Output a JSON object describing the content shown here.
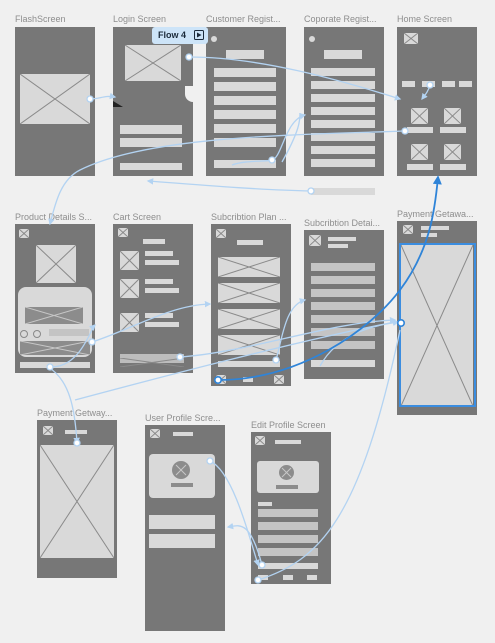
{
  "frames": {
    "flash": "FlashScreen",
    "login": "Login Screen",
    "customer": "Customer Regist...",
    "corporate": "Coporate Regist...",
    "home": "Home Screen",
    "product": "Product Details S...",
    "cart": "Cart Screen",
    "subplan": "Subcribtion Plan ...",
    "subdetail": "Subcribtion Detai...",
    "payment1": "Payment Getawa...",
    "payment2": "Payment Getway...",
    "userprofile": "User Profile Scre...",
    "editprofile": "Edit Profile Screen"
  },
  "flow": {
    "label": "Flow 4"
  },
  "colors": {
    "frame": "#777777",
    "block": "#d9d9d9",
    "link": "#b3d3f2",
    "link_active": "#2f84d8",
    "label": "#8e8e8e"
  }
}
